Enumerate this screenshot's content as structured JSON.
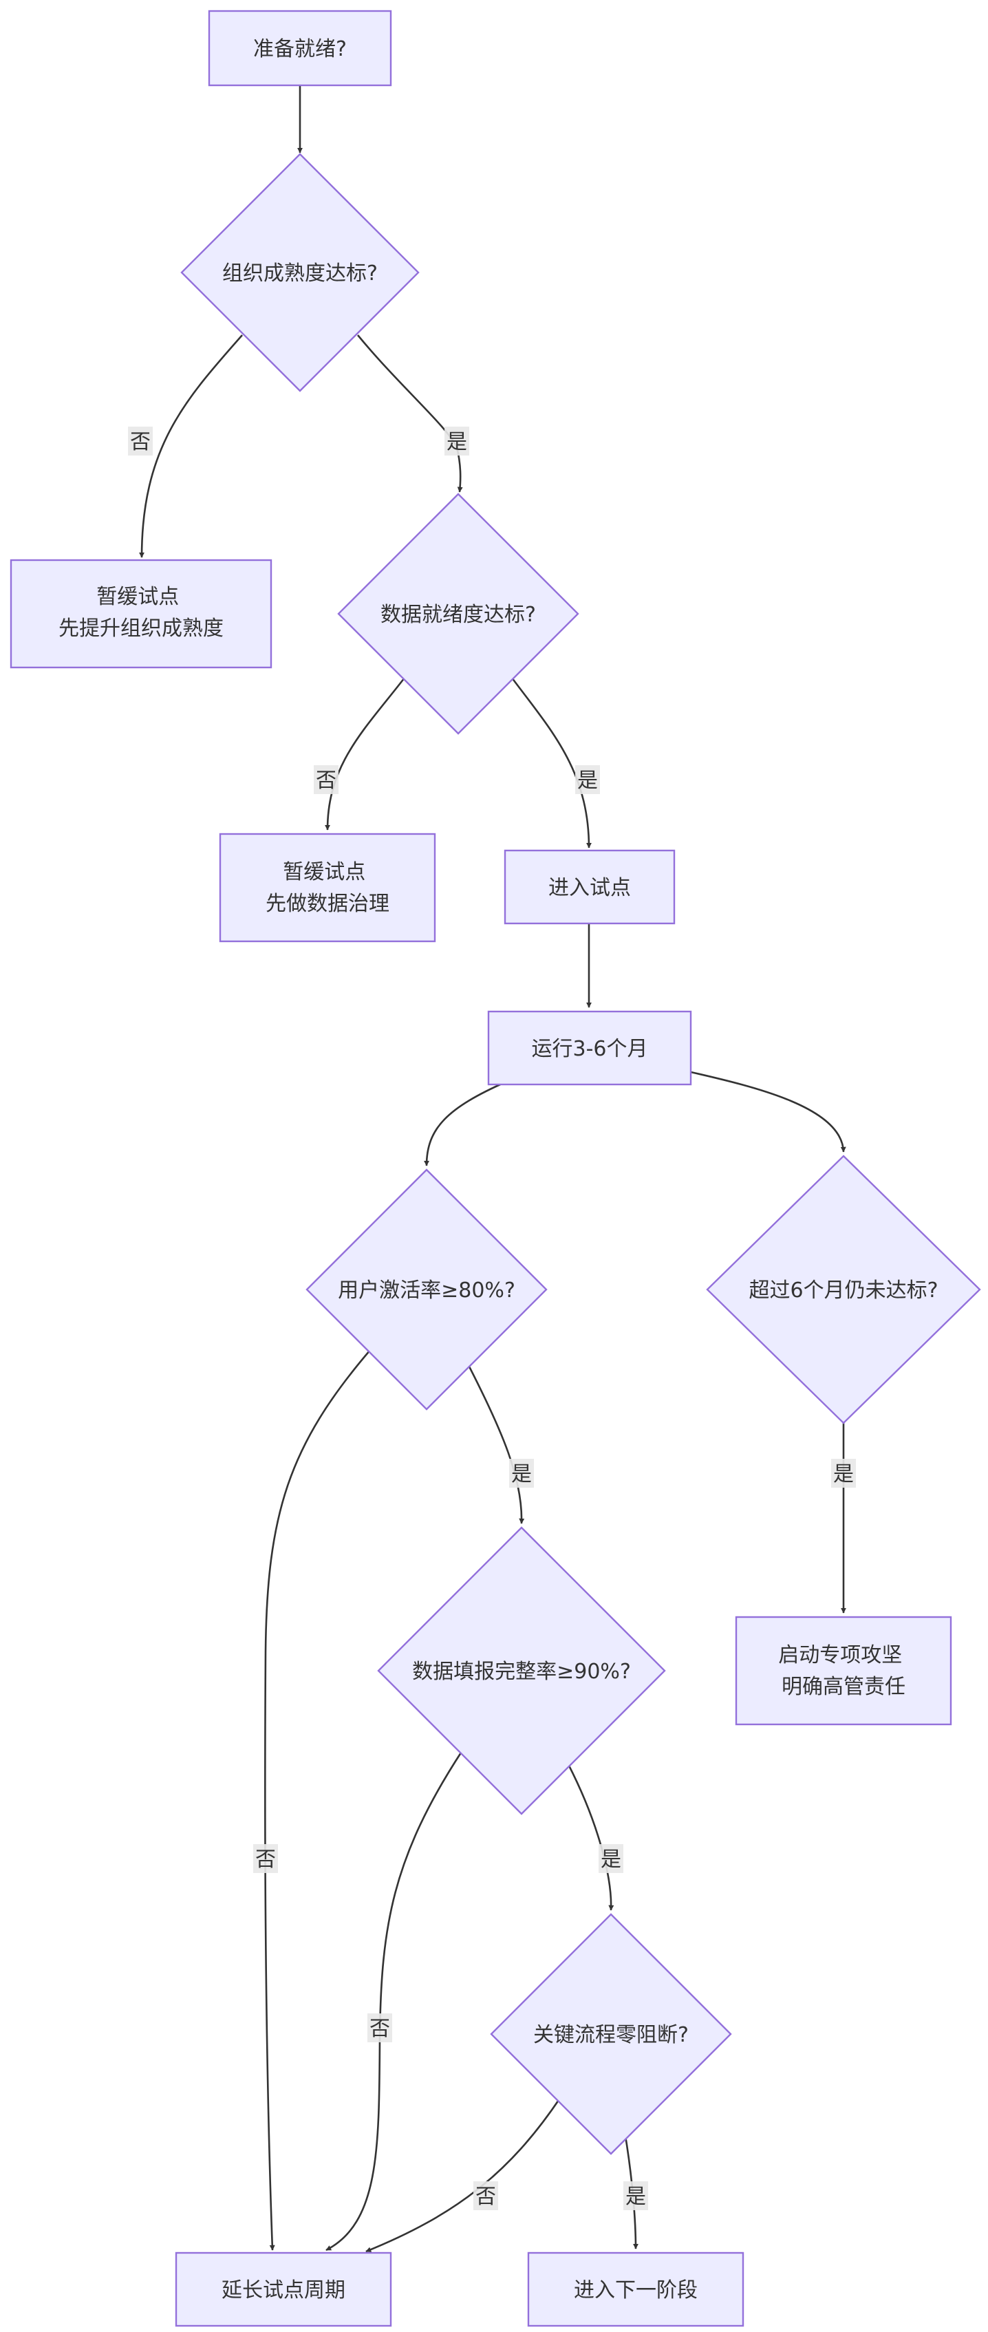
{
  "colors": {
    "node_fill": "#ececff",
    "node_stroke": "#9370db",
    "edge": "#333333",
    "text": "#333333",
    "edge_label_bg": "#e8e8e8"
  },
  "nodes": {
    "start": {
      "lines": [
        "准备就绪?"
      ]
    },
    "org_check": {
      "lines": [
        "组织成熟度达标?"
      ]
    },
    "pause_org": {
      "lines": [
        "暂缓试点",
        "先提升组织成熟度"
      ]
    },
    "data_check": {
      "lines": [
        "数据就绪度达标?"
      ]
    },
    "pause_data": {
      "lines": [
        "暂缓试点",
        "先做数据治理"
      ]
    },
    "enter_pilot": {
      "lines": [
        "进入试点"
      ]
    },
    "run": {
      "lines": [
        "运行3-6个月"
      ]
    },
    "activation_check": {
      "lines": [
        "用户激活率≥80%?"
      ]
    },
    "overdue_check": {
      "lines": [
        "超过6个月仍未达标?"
      ]
    },
    "escalate": {
      "lines": [
        "启动专项攻坚",
        "明确高管责任"
      ]
    },
    "fill_rate_check": {
      "lines": [
        "数据填报完整率≥90%?"
      ]
    },
    "flow_check": {
      "lines": [
        "关键流程零阻断?"
      ]
    },
    "extend": {
      "lines": [
        "延长试点周期"
      ]
    },
    "next_stage": {
      "lines": [
        "进入下一阶段"
      ]
    }
  },
  "edge_labels": {
    "org_no": "否",
    "org_yes": "是",
    "data_no": "否",
    "data_yes": "是",
    "activation_no": "否",
    "activation_yes": "是",
    "overdue_yes": "是",
    "fill_no": "否",
    "fill_yes": "是",
    "flow_no": "否",
    "flow_yes": "是"
  }
}
